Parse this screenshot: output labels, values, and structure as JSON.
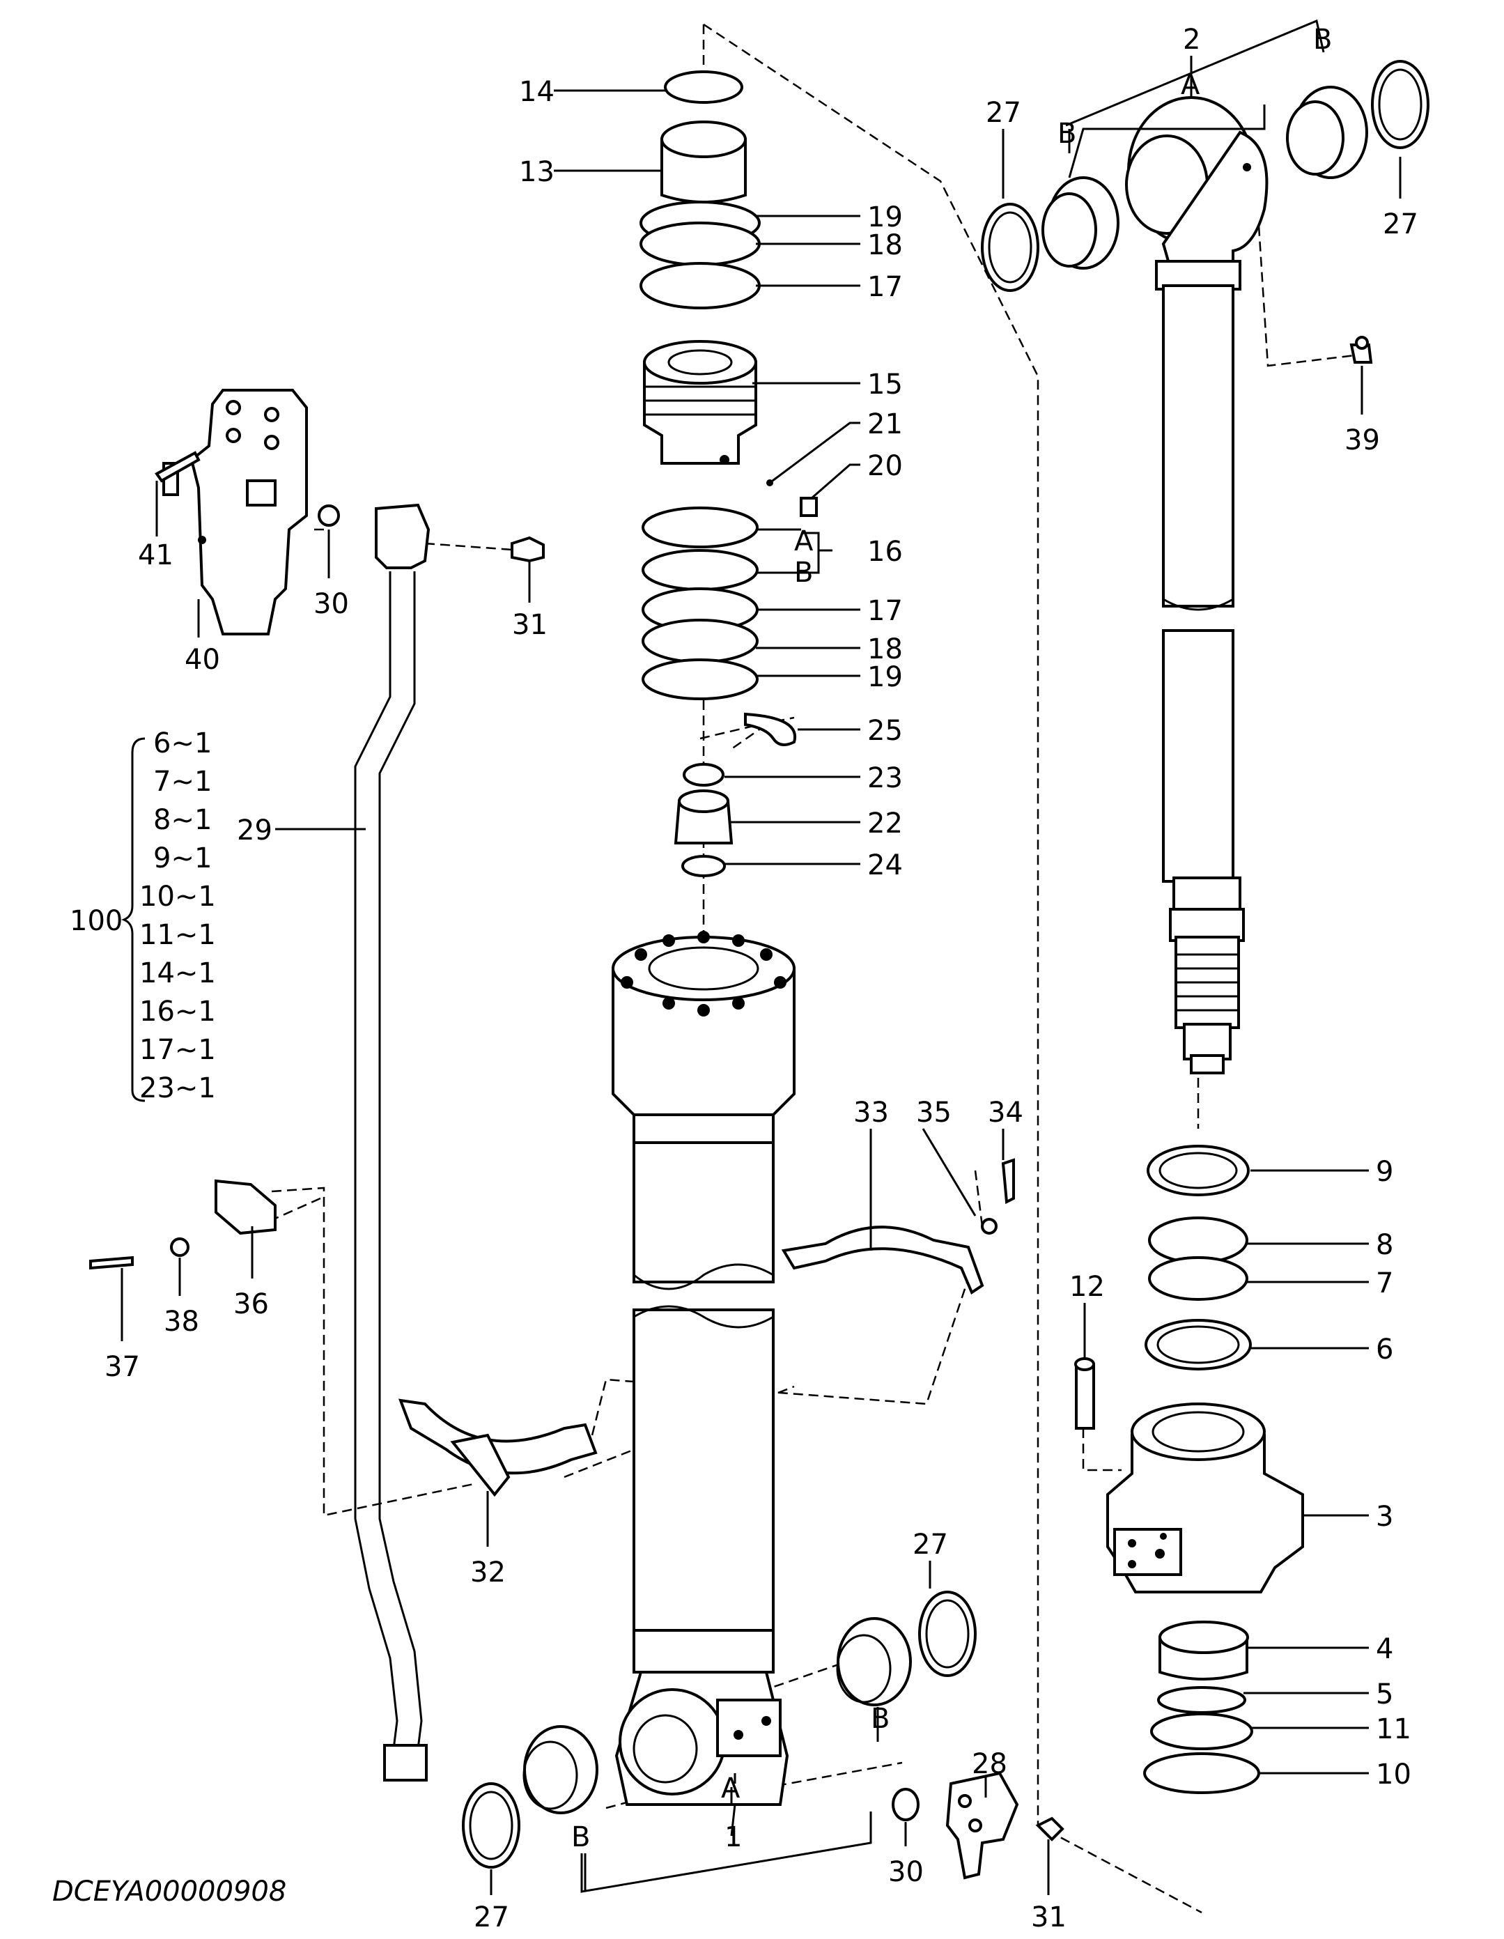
{
  "diagram_code": "DCEYA00000908",
  "labels": {
    "l1": "1",
    "l2": "2",
    "l3": "3",
    "l4": "4",
    "l5": "5",
    "l6": "6",
    "l7": "7",
    "l8": "8",
    "l9": "9",
    "l10": "10",
    "l11": "11",
    "l12": "12",
    "l13": "13",
    "l14": "14",
    "l15": "15",
    "l16": "16",
    "l17a": "17",
    "l17b": "17",
    "l18a": "18",
    "l18b": "18",
    "l19a": "19",
    "l19b": "19",
    "l20": "20",
    "l21": "21",
    "l22": "22",
    "l23": "23",
    "l24": "24",
    "l25": "25",
    "l27a": "27",
    "l27b": "27",
    "l27c": "27",
    "l27d": "27",
    "l28": "28",
    "l29": "29",
    "l30a": "30",
    "l30b": "30",
    "l31a": "31",
    "l31b": "31",
    "l32": "32",
    "l33": "33",
    "l34": "34",
    "l35": "35",
    "l36": "36",
    "l37": "37",
    "l38": "38",
    "l39": "39",
    "l40": "40",
    "l41": "41",
    "l100": "100",
    "a_top": "A",
    "b_top_left": "B",
    "b_top_right": "B",
    "a_16": "A",
    "b_16": "B",
    "a_bottom": "A",
    "b_bottom_left": "B",
    "b_bottom_right": "B"
  },
  "kit_list": [
    "6~1",
    "7~1",
    "8~1",
    "9~1",
    "10~1",
    "11~1",
    "14~1",
    "16~1",
    "17~1",
    "23~1"
  ]
}
